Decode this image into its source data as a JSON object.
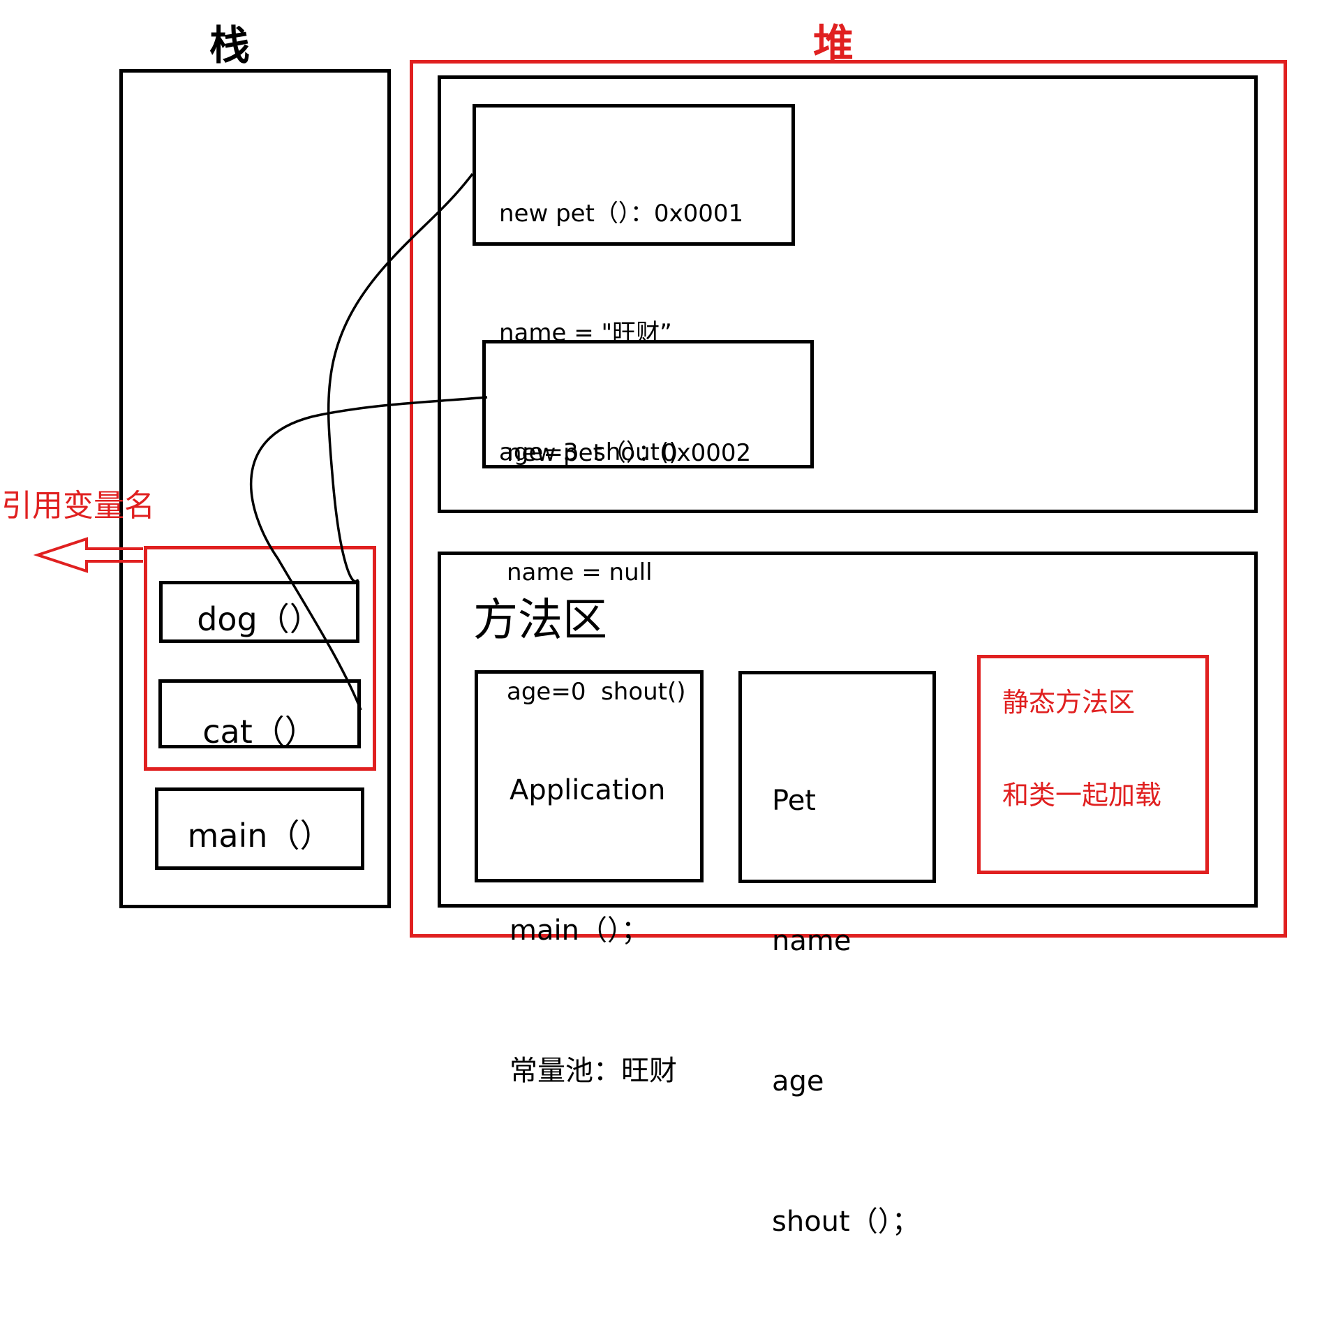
{
  "stack": {
    "title": "栈",
    "frames": [
      "dog（）",
      "cat（）",
      "main（）"
    ]
  },
  "heap": {
    "title": "堆",
    "objects": [
      {
        "lines": [
          "new pet（）：0x0001",
          "name = \"旺财”",
          "age=3  shout()"
        ]
      },
      {
        "lines": [
          "new pet（）：0x0002",
          "name = null",
          "age=0  shout()"
        ]
      }
    ]
  },
  "method_area": {
    "title": "方法区",
    "classes": [
      {
        "lines": [
          "Application",
          "main（）；",
          "常量池：旺财"
        ]
      },
      {
        "lines": [
          "Pet",
          "name",
          "age",
          "shout（）；"
        ]
      }
    ],
    "static_area": {
      "title": "静态方法区",
      "note": "和类一起加载"
    }
  },
  "annotation": {
    "label": "引用变量名"
  },
  "colors": {
    "accent": "#e02020",
    "ink": "#000000"
  }
}
